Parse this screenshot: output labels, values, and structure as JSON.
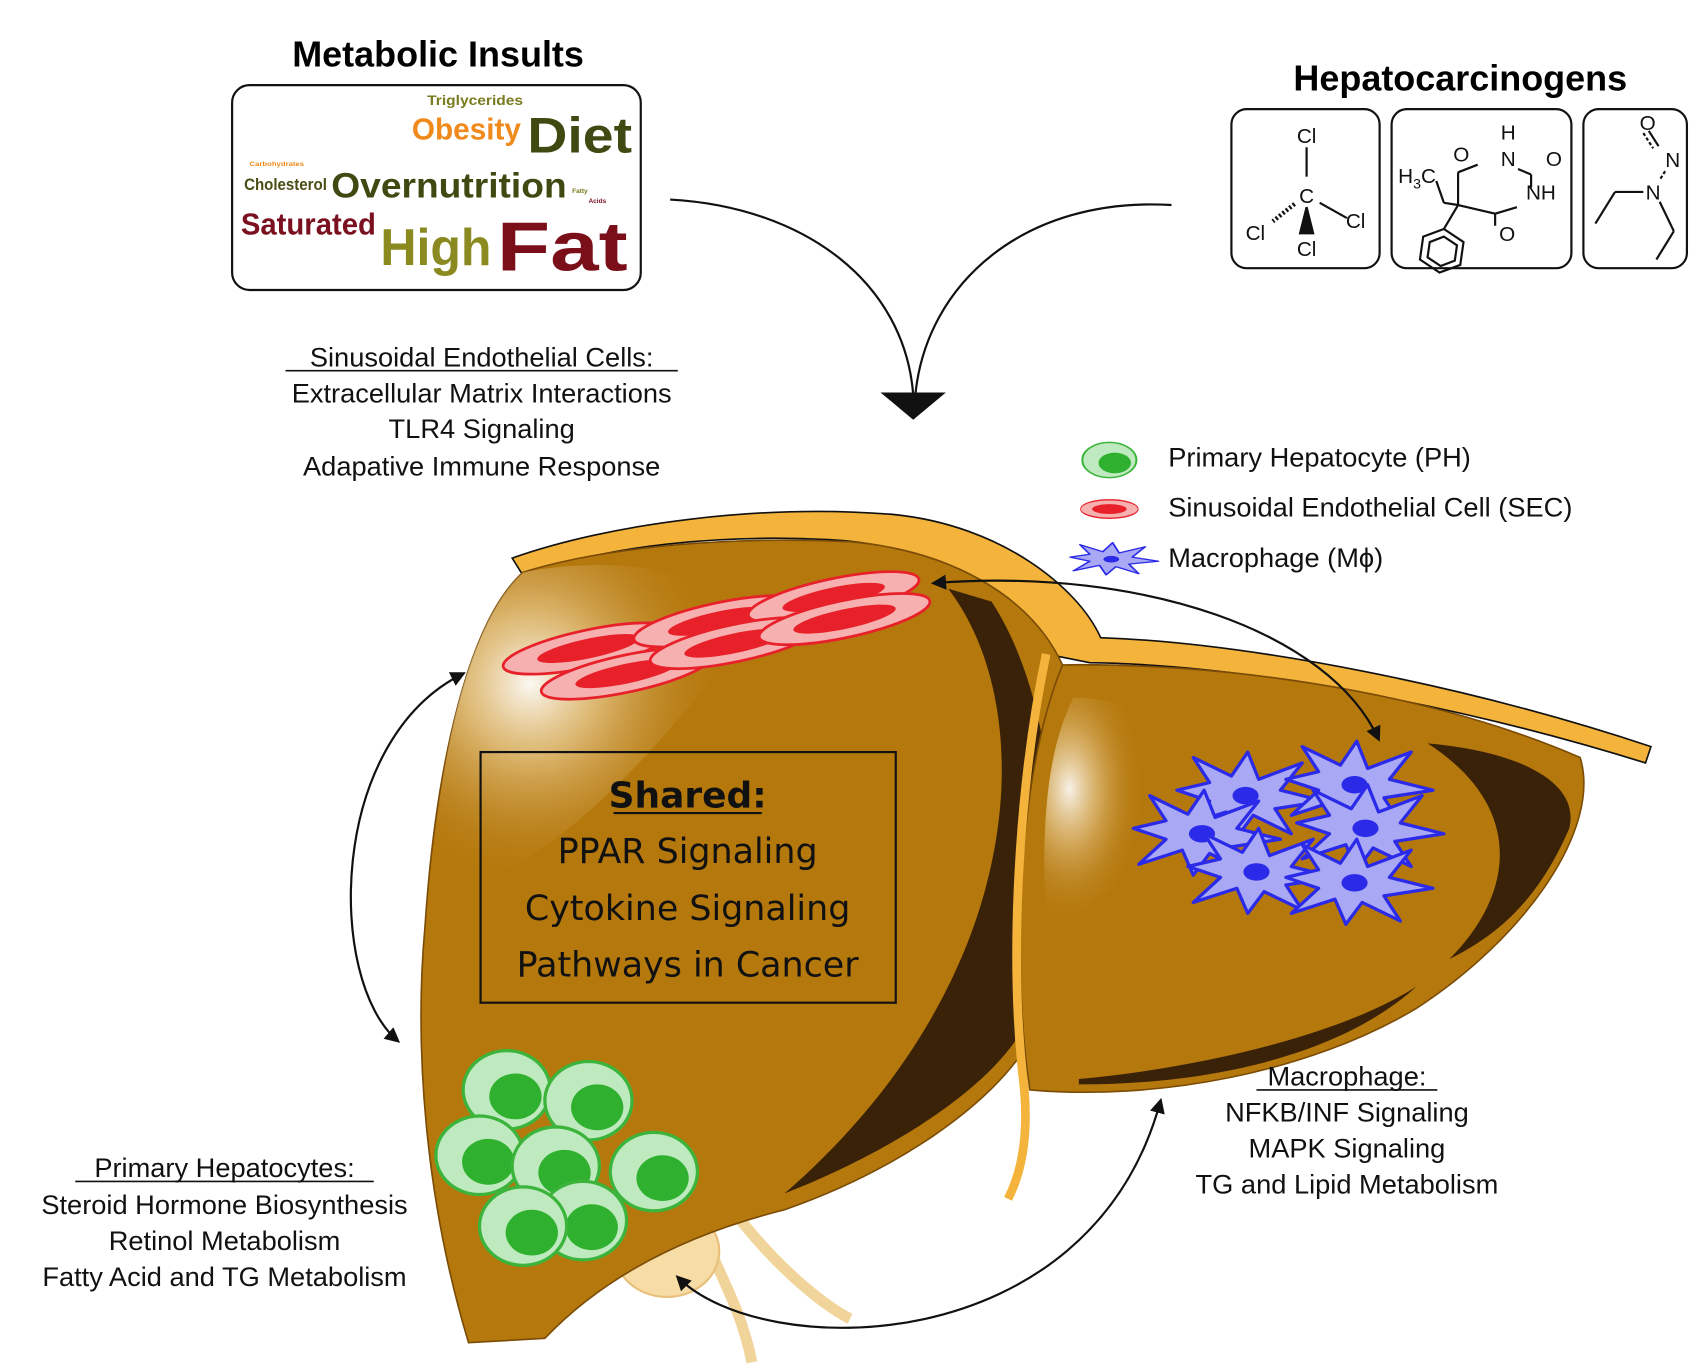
{
  "titles": {
    "metabolic": "Metabolic Insults",
    "hepatocarcinogens": "Hepatocarcinogens"
  },
  "word_cloud": {
    "triglycerides": "Triglycerides",
    "obesity": "Obesity",
    "diet": "Diet",
    "carbohydrates": "Carbohydrates",
    "cholesterol": "Cholesterol",
    "overnutrition": "Overnutrition",
    "fatty": "Fatty",
    "acids": "Acids",
    "saturated": "Saturated",
    "high": "High",
    "fat": "Fat"
  },
  "chemicals": {
    "ccl4": {
      "cl_top": "Cl",
      "c": "C",
      "cl_left": "Cl",
      "cl_right": "Cl",
      "cl_bottom": "Cl"
    },
    "phenobarbital": {
      "h": "H",
      "n1": "N",
      "o1": "O",
      "o2": "O",
      "nh": "NH",
      "o3": "O",
      "h3c": "H",
      "h3c_sub": "3",
      "h3c_c": "C"
    },
    "den": {
      "o": "O",
      "n1": "N",
      "n2": "N"
    }
  },
  "sec_panel": {
    "heading": "Sinusoidal Endothelial Cells:",
    "items": [
      "Extracellular Matrix Interactions",
      "TLR4 Signaling",
      "Adapative Immune Response"
    ]
  },
  "legend": [
    {
      "label": "Primary Hepatocyte (PH)",
      "color": "#3cb43c"
    },
    {
      "label": "Sinusoidal Endothelial Cell (SEC)",
      "color": "#e8202a"
    },
    {
      "label": "Macrophage (Mϕ)",
      "color": "#2a2ae8"
    }
  ],
  "shared": {
    "heading": "Shared:",
    "items": [
      "PPAR Signaling",
      "Cytokine Signaling",
      "Pathways in Cancer"
    ]
  },
  "macrophage_panel": {
    "heading": "Macrophage:",
    "items": [
      "NFKB/INF Signaling",
      "MAPK Signaling",
      "TG and Lipid Metabolism"
    ]
  },
  "ph_panel": {
    "heading": "Primary Hepatocytes:",
    "items": [
      "Steroid Hormone Biosynthesis",
      "Retinol Metabolism",
      "Fatty Acid and TG Metabolism"
    ]
  },
  "colors": {
    "liver": "#b5780c",
    "liver_dark": "#3a2208",
    "capsule": "#f4b43c",
    "hepatocyte": "#3cb43c",
    "sec": "#e8202a",
    "macrophage": "#2a2ae8"
  }
}
